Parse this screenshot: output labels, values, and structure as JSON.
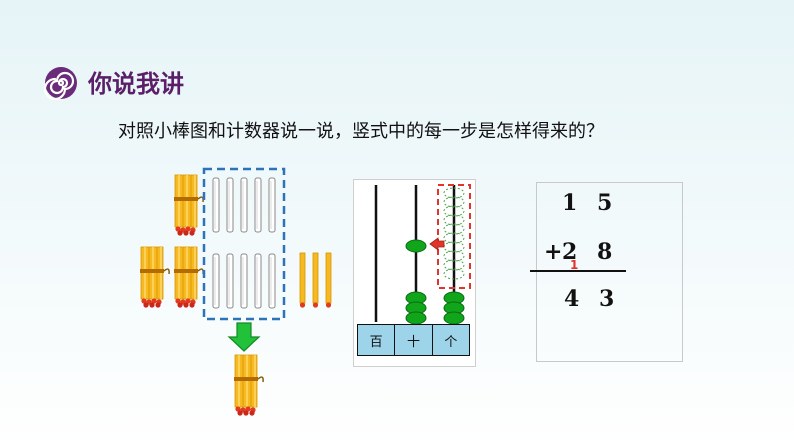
{
  "slide": {
    "section_title": "你说我讲",
    "prompt": "对照小棒图和计数器说一说，竖式中的每一步是怎样得来的？"
  },
  "abacus": {
    "labels": [
      "百",
      "十",
      "个"
    ]
  },
  "vertical_addition": {
    "top_number": "1 5",
    "plus_sign": "+",
    "second_number": "2 8",
    "carry_mark": "1",
    "result": "4 3"
  },
  "colors": {
    "accent_purple": "#6a2b7a",
    "bead_green": "#0a9a16",
    "arrow_red": "#e0352b",
    "dash_blue": "#2c73b8",
    "label_bar": "#9ed4ea"
  }
}
